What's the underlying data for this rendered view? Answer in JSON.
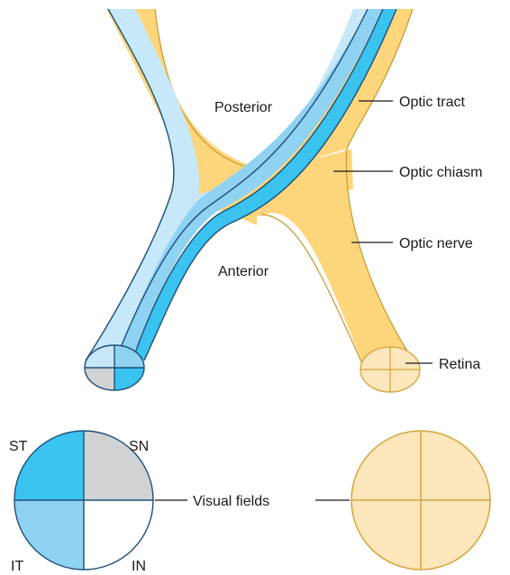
{
  "labels": {
    "posterior": "Posterior",
    "anterior": "Anterior",
    "optic_tract": "Optic tract",
    "optic_chiasm": "Optic chiasm",
    "optic_nerve": "Optic nerve",
    "retina": "Retina",
    "visual_fields": "Visual fields"
  },
  "quadrants": {
    "superior_temporal": "ST",
    "superior_nasal": "SN",
    "inferior_temporal": "IT",
    "inferior_nasal": "IN"
  },
  "colors": {
    "nerve_fill": "#fdd67c",
    "nerve_edge": "#c7962d",
    "retina_fill": "#fbe7bb",
    "retina_edge": "#d5a43c",
    "fiber_light": "#c7e8f8",
    "fiber_mid": "#8fd2f2",
    "fiber_dark": "#3ac3ef",
    "field_gray": "#d0d2d4",
    "outline": "#1f4e79"
  }
}
